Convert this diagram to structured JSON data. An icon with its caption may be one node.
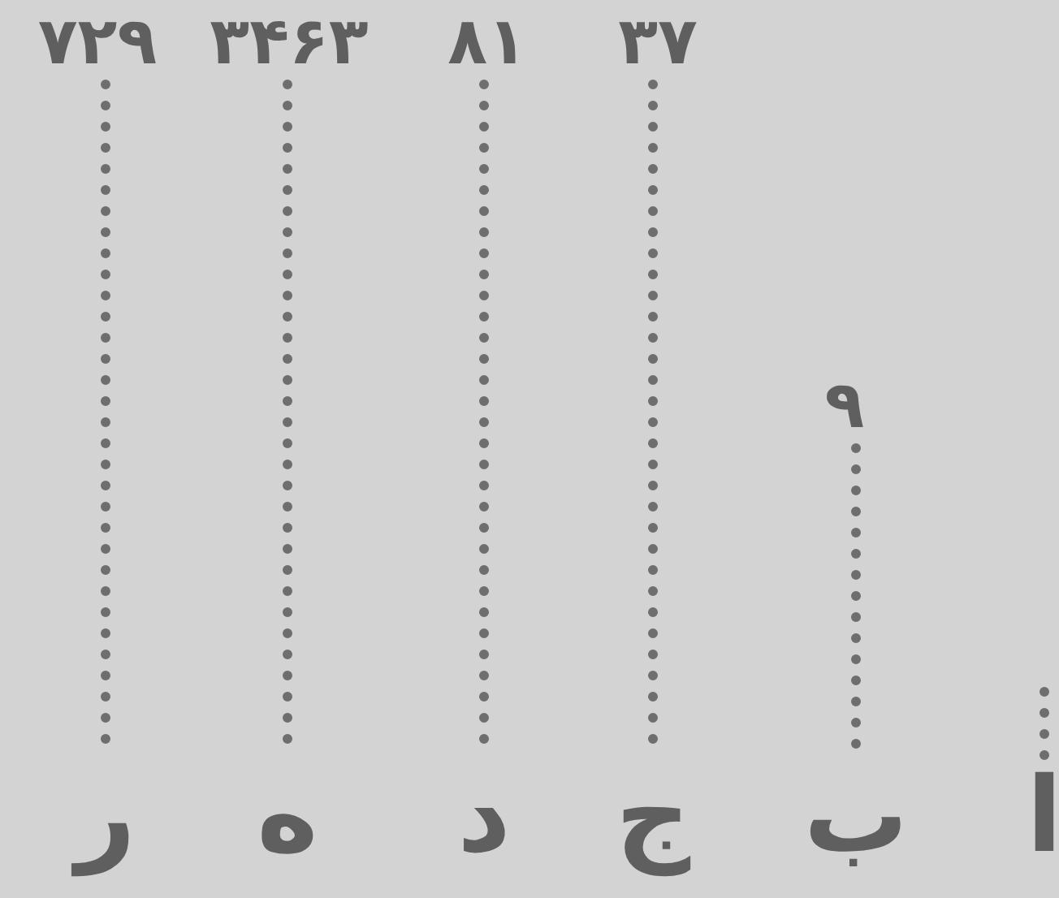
{
  "diagram": {
    "nodes": [
      {
        "text": [
          "۳۷"
        ]
      },
      {
        "text": [
          "۸۱"
        ]
      },
      {
        "text": [
          "۳۴۶۳"
        ]
      },
      {
        "text": [
          "۷۲۹"
        ]
      },
      {
        "text": [
          "۹"
        ]
      },
      {
        "text": [
          "ا"
        ]
      },
      {
        "text": [
          "ب"
        ]
      },
      {
        "text": [
          "ج"
        ]
      },
      {
        "text": [
          "د"
        ]
      },
      {
        "text": [
          "ه"
        ]
      },
      {
        "text": [
          "ر"
        ]
      }
    ],
    "edges": [
      {
        "from": 0,
        "to": 7,
        "arrow": "none"
      },
      {
        "from": 1,
        "to": 8,
        "arrow": "none"
      },
      {
        "from": 2,
        "to": 9,
        "arrow": "none"
      },
      {
        "from": 3,
        "to": 10,
        "arrow": "none"
      },
      {
        "from": 4,
        "to": 6,
        "arrow": "none"
      },
      {
        "from": null,
        "to": 5,
        "arrow": "none"
      }
    ]
  }
}
